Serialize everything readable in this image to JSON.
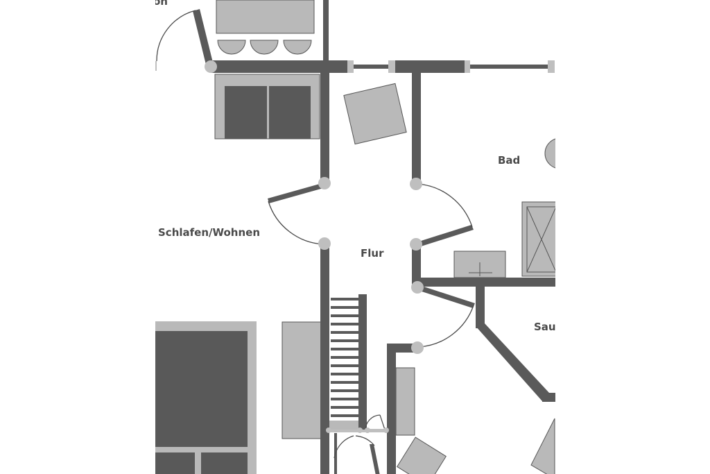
{
  "rooms": {
    "top_left_partial": "on",
    "bad": "Bad",
    "schlafen_wohnen": "Schlafen/Wohnen",
    "flur": "Flur",
    "sauna_partial": "Sau"
  },
  "colors": {
    "wall": "#5a5a5a",
    "furniture_fill": "#b9b9b9",
    "furniture_dark": "#595959",
    "joint": "#bfbfbf",
    "door_arc": "#4a4a4a",
    "label": "#4a4a4a",
    "background": "#ffffff"
  }
}
